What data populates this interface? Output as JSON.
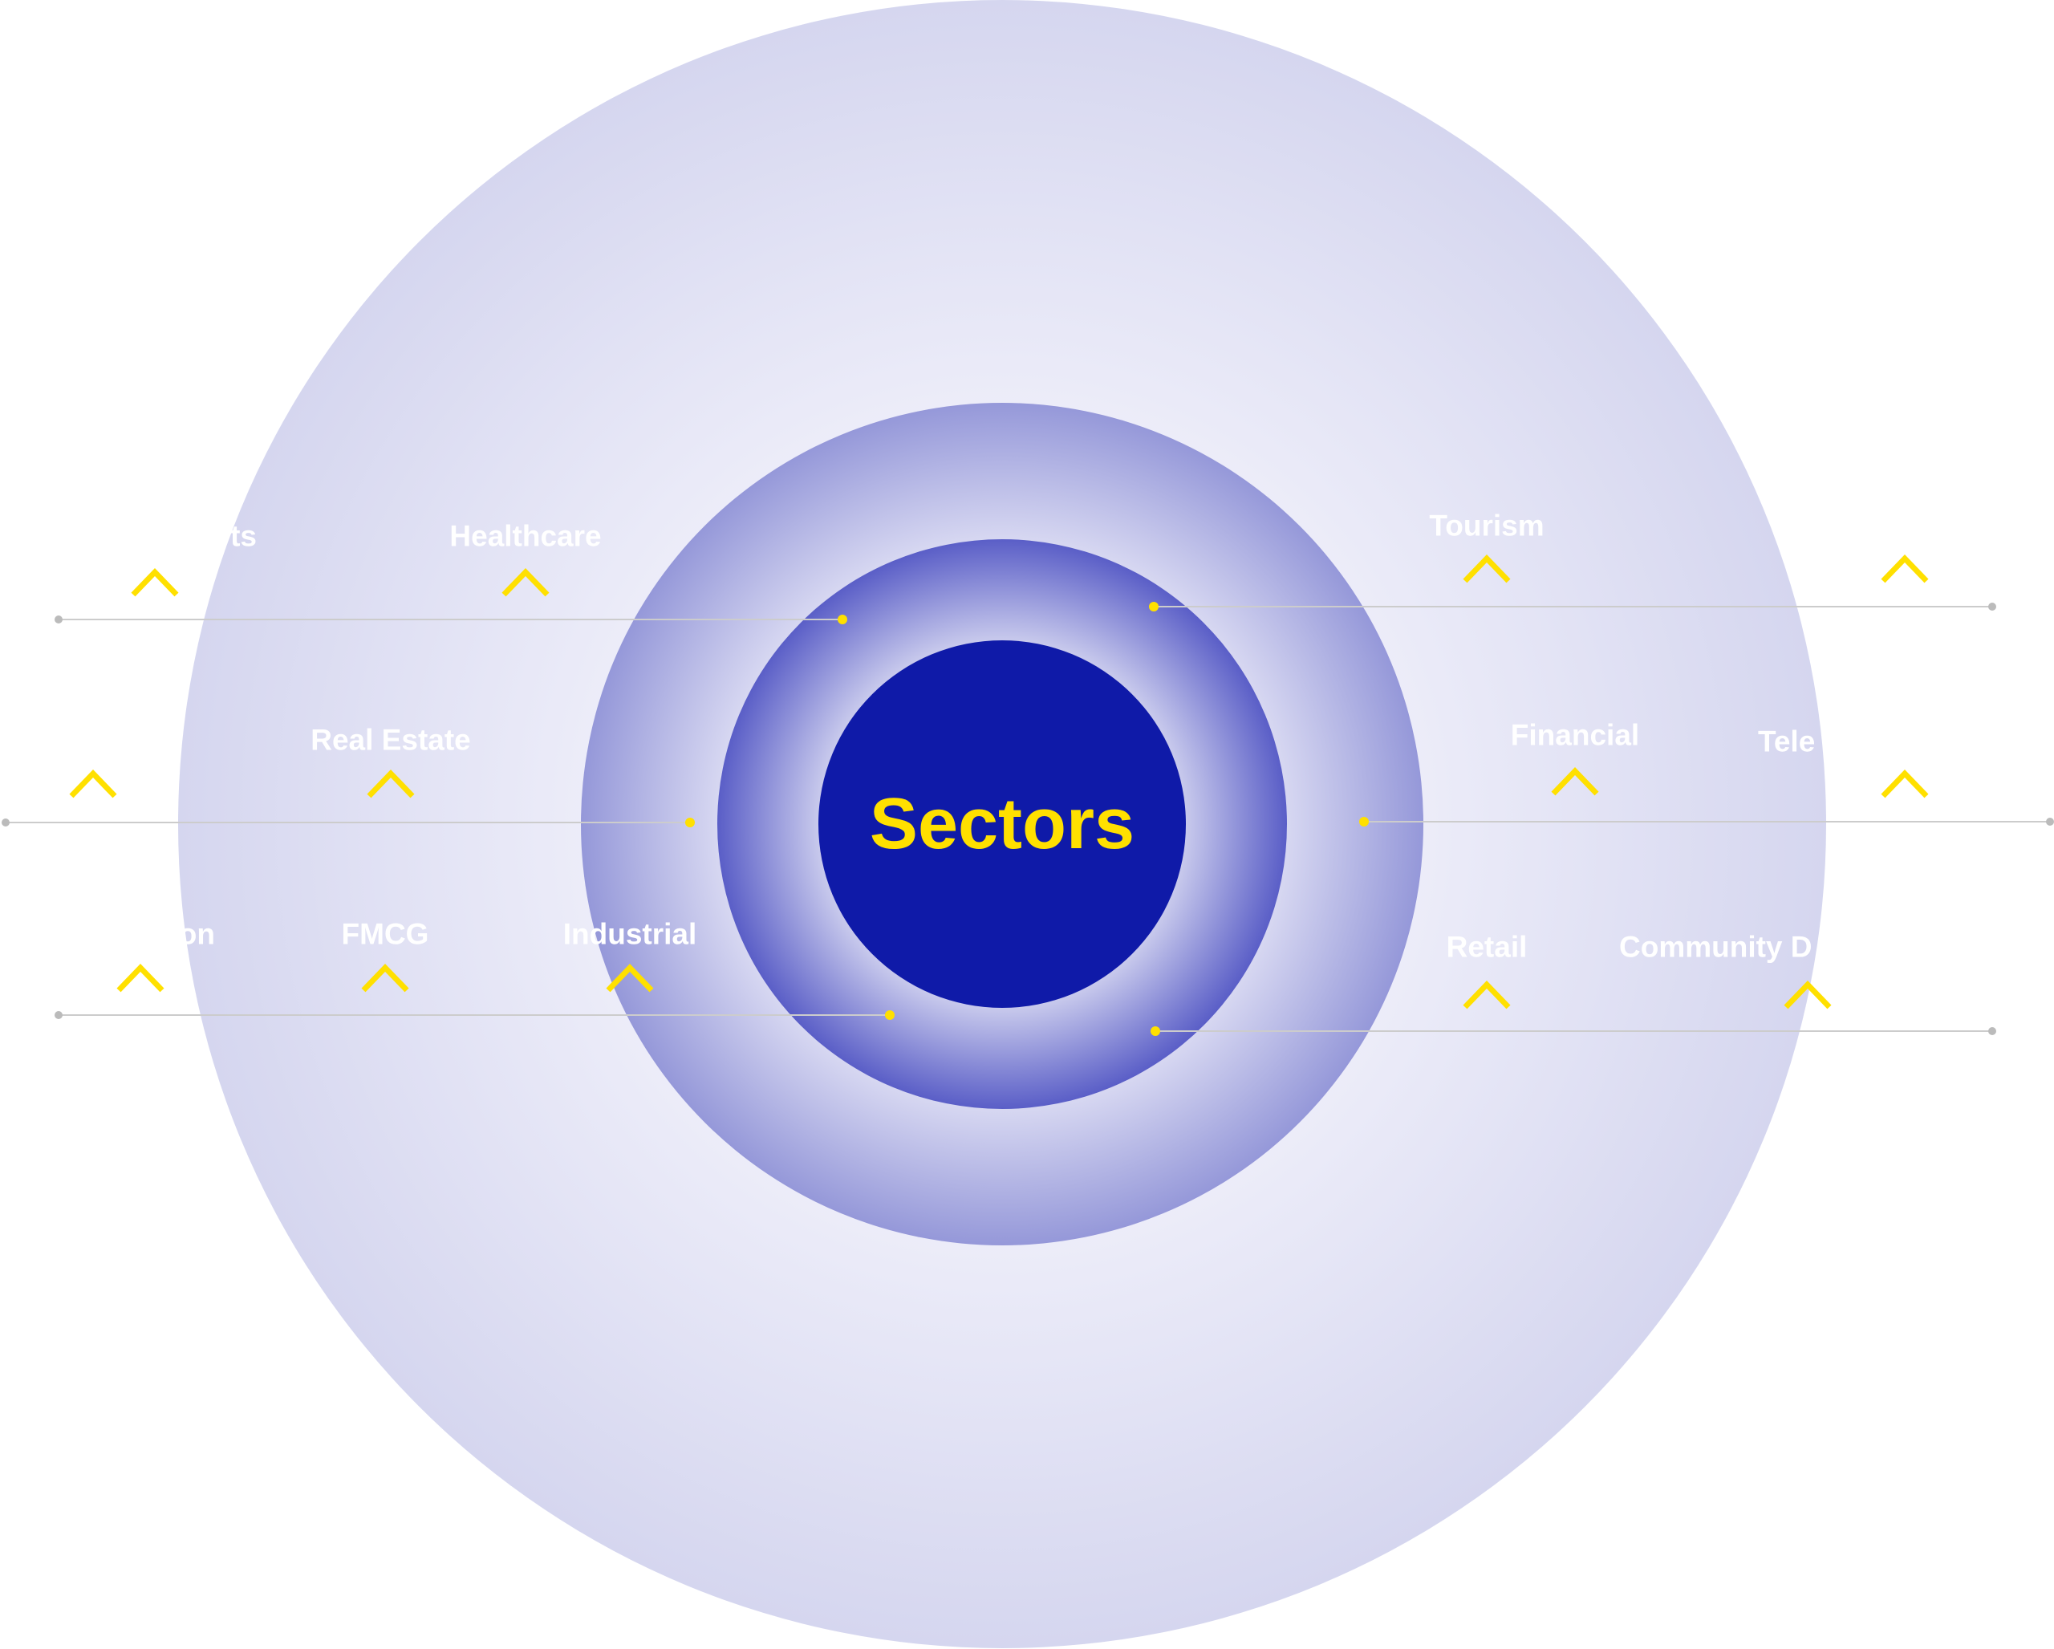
{
  "title": "Sectors",
  "colors": {
    "core": "#0f1aa8",
    "accent": "#ffe000",
    "line": "#cccccc",
    "outer_edge": "#d5d6ef"
  },
  "labels": {
    "investments_fragment": "ts",
    "healthcare": "Healthcare",
    "tourism": "Tourism",
    "real_estate": "Real Estate",
    "financial": "Financial",
    "tele_fragment": "Tele",
    "on_fragment": "on",
    "fmcg": "FMCG",
    "industrial": "Industrial",
    "retail": "Retail",
    "community_fragment": "Community D"
  },
  "icons": {
    "marker": "chevron-up-icon"
  }
}
